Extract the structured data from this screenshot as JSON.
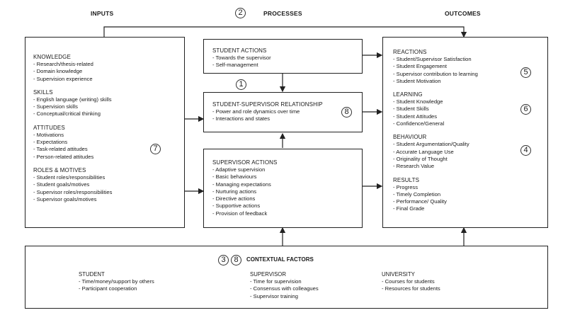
{
  "headers": {
    "inputs": "INPUTS",
    "processes": "PROCESSES",
    "outcomes": "OUTCOMES",
    "processes_number": "2"
  },
  "inputs": {
    "number": "7",
    "groups": [
      {
        "title": "KNOWLEDGE",
        "items": [
          "Research/thesis-related",
          "Domain knowledge",
          "Supervision experience"
        ]
      },
      {
        "title": "SKILLS",
        "items": [
          "English language (writing) skills",
          "Supervision skills",
          "Conceptual/critical thinking"
        ]
      },
      {
        "title": "ATTITUDES",
        "items": [
          "Motivations",
          "Expectations",
          "Task-related attitudes",
          "Person-related attitudes"
        ]
      },
      {
        "title": "ROLES & MOTIVES",
        "items": [
          "Student roles/responsibilities",
          "Student goals/motives",
          "Supervisor roles/responsibilities",
          "Supervisor goals/motives"
        ]
      }
    ]
  },
  "processes": {
    "student_actions": {
      "title": "STUDENT ACTIONS",
      "items": [
        "Towards the supervisor",
        "Self-management"
      ]
    },
    "relationship_number_top": "1",
    "relationship": {
      "title": "STUDENT-SUPERVISOR RELATIONSHIP",
      "number": "8",
      "items": [
        "Power and role dynamics over time",
        "Interactions and states"
      ]
    },
    "supervisor_actions": {
      "title": "SUPERVISOR ACTIONS",
      "items": [
        "Adaptive supervision",
        "Basic behaviours",
        "Managing expectations",
        "Nurturing actions",
        "Directive actions",
        "Supportive actions",
        "Provision of feedback"
      ]
    }
  },
  "outcomes": {
    "groups": [
      {
        "title": "REACTIONS",
        "number": "5",
        "items": [
          "Student/Supervisor Satisfaction",
          "Student Engagement",
          "Supervisor contribution to learning",
          "Student Motivation"
        ]
      },
      {
        "title": "LEARNING",
        "number": "6",
        "items": [
          "Student Knowledge",
          "Student Skills",
          "Student Attitudes",
          "Confidence/General"
        ]
      },
      {
        "title": "BEHAVIOUR",
        "number": "4",
        "items": [
          "Student Argumentation/Quality",
          "Accurate Language Use",
          "Originality of Thought",
          "Research Value"
        ]
      },
      {
        "title": "RESULTS",
        "number": "",
        "items": [
          "Progress",
          "Timely Completion",
          "Performance/ Quality",
          "Final Grade"
        ]
      }
    ]
  },
  "context": {
    "numbers": [
      "3",
      "8"
    ],
    "title": "CONTEXTUAL FACTORS",
    "columns": [
      {
        "title": "STUDENT",
        "items": [
          "Time/money/support by others",
          "Participant cooperation"
        ]
      },
      {
        "title": "SUPERVISOR",
        "items": [
          "Time for supervision",
          "Consensus with colleagues",
          "Supervisor training"
        ]
      },
      {
        "title": "UNIVERSITY",
        "items": [
          "Courses for students",
          "Resources for students"
        ]
      }
    ]
  }
}
